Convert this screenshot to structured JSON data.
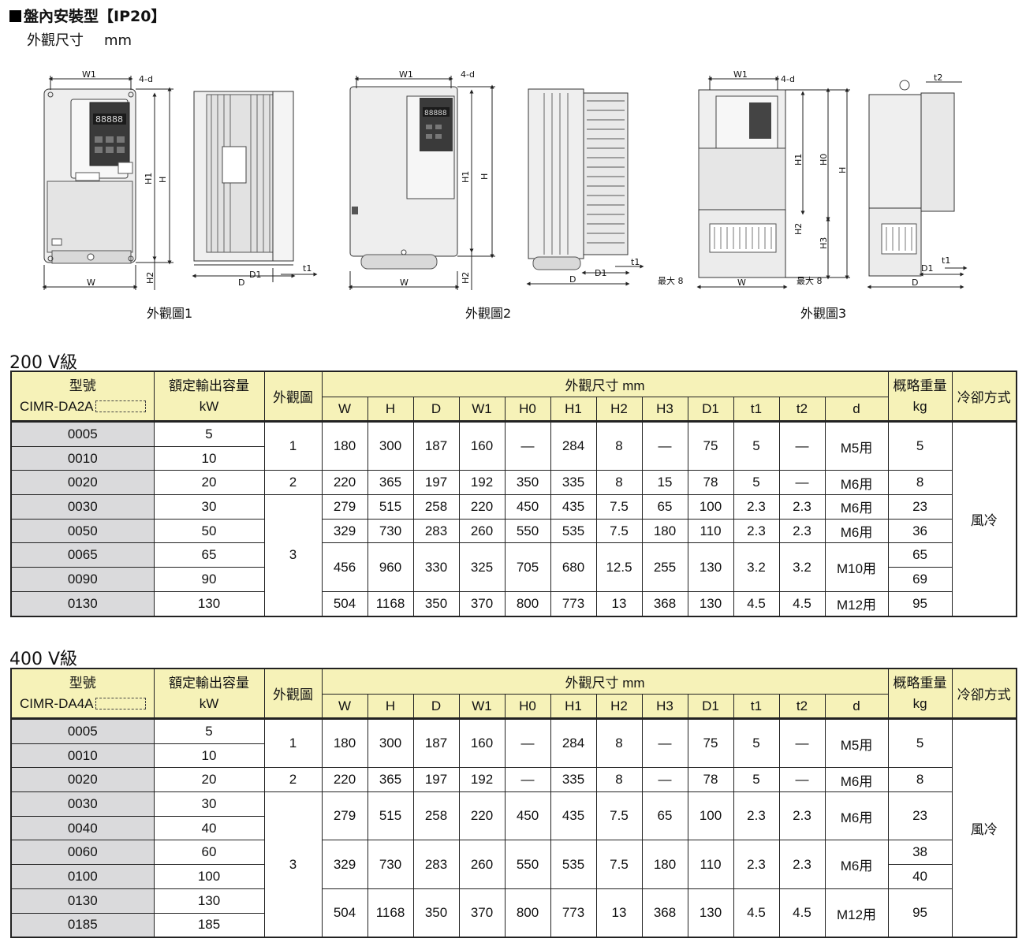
{
  "page": {
    "header": "盤內安裝型【IP20】",
    "unit_label": "外觀尺寸",
    "unit": "mm"
  },
  "figures": {
    "captions": [
      "外觀圖1",
      "外觀圖2",
      "外觀圖3"
    ],
    "labels": {
      "w1": "W1",
      "w": "W",
      "h": "H",
      "h1": "H1",
      "h2": "H2",
      "h3": "H3",
      "h0": "H0",
      "d": "D",
      "d1": "D1",
      "t1": "t1",
      "t2": "t2",
      "hole": "4-d",
      "max8": "最大 8"
    },
    "display_digits": "88888"
  },
  "tables": [
    {
      "title": "200 V級",
      "head": {
        "model_line1": "型號",
        "model_line2": "CIMR-DA2A",
        "rated_line1": "額定輸出容量",
        "rated_line2": "kW",
        "fig_col": "外觀圖",
        "dims_title": "外觀尺寸 mm",
        "dims": [
          "W",
          "H",
          "D",
          "W1",
          "H0",
          "H1",
          "H2",
          "H3",
          "D1",
          "t1",
          "t2",
          "d"
        ],
        "weight_line1": "概略重量",
        "weight_line2": "kg",
        "cooling": "冷卻方式"
      },
      "models": [
        "0005",
        "0010",
        "0020",
        "0030",
        "0050",
        "0065",
        "0090",
        "0130"
      ],
      "kw": [
        "5",
        "10",
        "20",
        "30",
        "50",
        "65",
        "90",
        "130"
      ],
      "fig": [
        "1",
        "2",
        "3"
      ],
      "dims": [
        [
          "180",
          "300",
          "187",
          "160",
          "—",
          "284",
          "8",
          "—",
          "75",
          "5",
          "—",
          "M5用"
        ],
        [
          "220",
          "365",
          "197",
          "192",
          "350",
          "335",
          "8",
          "15",
          "78",
          "5",
          "—",
          "M6用"
        ],
        [
          "279",
          "515",
          "258",
          "220",
          "450",
          "435",
          "7.5",
          "65",
          "100",
          "2.3",
          "2.3",
          "M6用"
        ],
        [
          "329",
          "730",
          "283",
          "260",
          "550",
          "535",
          "7.5",
          "180",
          "110",
          "2.3",
          "2.3",
          "M6用"
        ],
        [
          "456",
          "960",
          "330",
          "325",
          "705",
          "680",
          "12.5",
          "255",
          "130",
          "3.2",
          "3.2",
          "M10用"
        ],
        [
          "504",
          "1168",
          "350",
          "370",
          "800",
          "773",
          "13",
          "368",
          "130",
          "4.5",
          "4.5",
          "M12用"
        ]
      ],
      "weights": [
        "5",
        "8",
        "23",
        "36",
        "65",
        "69",
        "95"
      ],
      "cooling": "風冷"
    },
    {
      "title": "400 V級",
      "head": {
        "model_line1": "型號",
        "model_line2": "CIMR-DA4A",
        "rated_line1": "額定輸出容量",
        "rated_line2": "kW",
        "fig_col": "外觀圖",
        "dims_title": "外觀尺寸 mm",
        "dims": [
          "W",
          "H",
          "D",
          "W1",
          "H0",
          "H1",
          "H2",
          "H3",
          "D1",
          "t1",
          "t2",
          "d"
        ],
        "weight_line1": "概略重量",
        "weight_line2": "kg",
        "cooling": "冷卻方式"
      },
      "models": [
        "0005",
        "0010",
        "0020",
        "0030",
        "0040",
        "0060",
        "0100",
        "0130",
        "0185"
      ],
      "kw": [
        "5",
        "10",
        "20",
        "30",
        "40",
        "60",
        "100",
        "130",
        "185"
      ],
      "fig": [
        "1",
        "2",
        "3"
      ],
      "dims": [
        [
          "180",
          "300",
          "187",
          "160",
          "—",
          "284",
          "8",
          "—",
          "75",
          "5",
          "—",
          "M5用"
        ],
        [
          "220",
          "365",
          "197",
          "192",
          "—",
          "335",
          "8",
          "—",
          "78",
          "5",
          "—",
          "M6用"
        ],
        [
          "279",
          "515",
          "258",
          "220",
          "450",
          "435",
          "7.5",
          "65",
          "100",
          "2.3",
          "2.3",
          "M6用"
        ],
        [
          "329",
          "730",
          "283",
          "260",
          "550",
          "535",
          "7.5",
          "180",
          "110",
          "2.3",
          "2.3",
          "M6用"
        ],
        [
          "504",
          "1168",
          "350",
          "370",
          "800",
          "773",
          "13",
          "368",
          "130",
          "4.5",
          "4.5",
          "M12用"
        ]
      ],
      "weights": [
        "5",
        "8",
        "23",
        "38",
        "40",
        "95"
      ],
      "cooling": "風冷"
    }
  ]
}
